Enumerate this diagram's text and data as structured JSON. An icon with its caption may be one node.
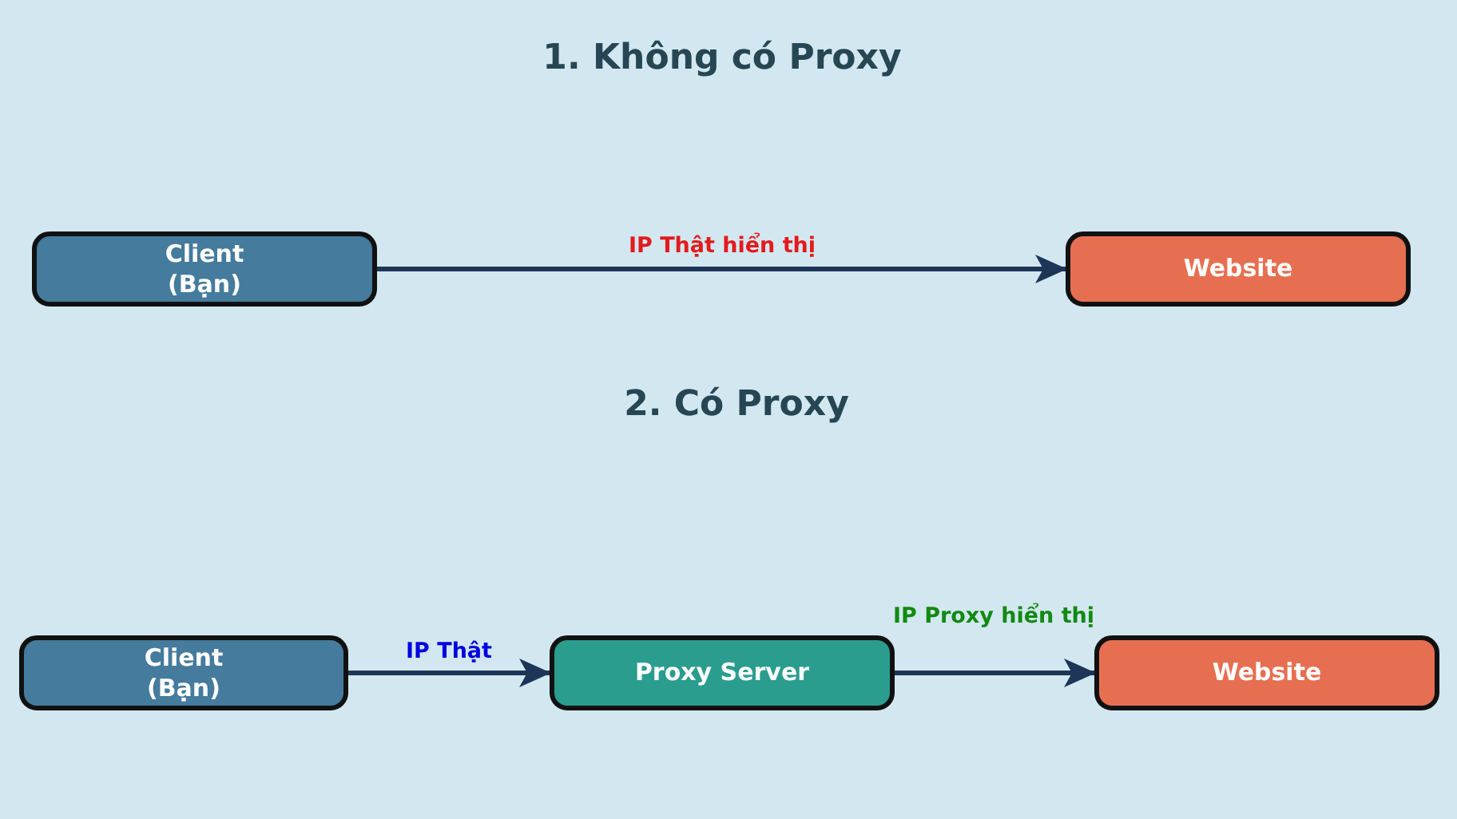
{
  "diagram": {
    "nodes": [
      {
        "text": [
          "Client (Bạn)"
        ]
      },
      {
        "text": [
          "Website"
        ]
      },
      {
        "text": [
          "Client (Bạn)"
        ]
      },
      {
        "text": [
          "Proxy Server"
        ]
      },
      {
        "text": [
          "Website"
        ]
      }
    ],
    "edges": [
      {
        "from": 0,
        "to": 1,
        "arrow": "to",
        "label": "IP Thật hiển thị"
      },
      {
        "from": 2,
        "to": 3,
        "arrow": "to",
        "label": "IP Thật"
      },
      {
        "from": 3,
        "to": 4,
        "arrow": "to",
        "label": "IP Proxy hiển thị"
      }
    ],
    "labels": [
      "1. Không có Proxy",
      "2. Có Proxy"
    ]
  }
}
